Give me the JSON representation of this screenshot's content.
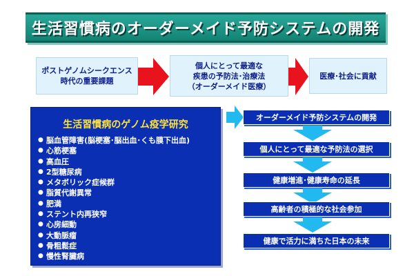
{
  "title": "生活習慣病のオーダーメイド予防システムの開発",
  "top_flow": {
    "box1": [
      "ポストゲノムシークエンス",
      "時代の重要課題"
    ],
    "box2": [
      "個人にとって最適な",
      "疾患の予防法･治療法",
      "（オーダーメイド医療）"
    ],
    "box3": [
      "医療･社会に貢献"
    ]
  },
  "study": {
    "title": "生活習慣病のゲノム疫学研究",
    "items": [
      "脳血管障害(脳梗塞･脳出血･くも膜下出血)",
      "心筋梗塞",
      "高血圧",
      "2型糖尿病",
      "メタボリック症候群",
      "脂質代謝異常",
      "肥満",
      "ステント内再狭窄",
      "心房細動",
      "大動脈瘤",
      "骨粗鬆症",
      "慢性腎臓病"
    ]
  },
  "steps": [
    "オーダーメイド予防システムの開発",
    "個人にとって最適な予防法の選択",
    "健康増進･健康寿命の延長",
    "高齢者の積極的な社会参加",
    "健康で活力に満ちた日本の未来"
  ],
  "colors": {
    "title_bg": "#1a9486",
    "flow_box_bg": "#e0f2fb",
    "flow_text": "#0f1f8c",
    "red_arrow": "#e8131c",
    "study_bg": "#0a2fb2",
    "study_title": "#ffe23a",
    "cyan_arrow": "#22b8f0"
  }
}
